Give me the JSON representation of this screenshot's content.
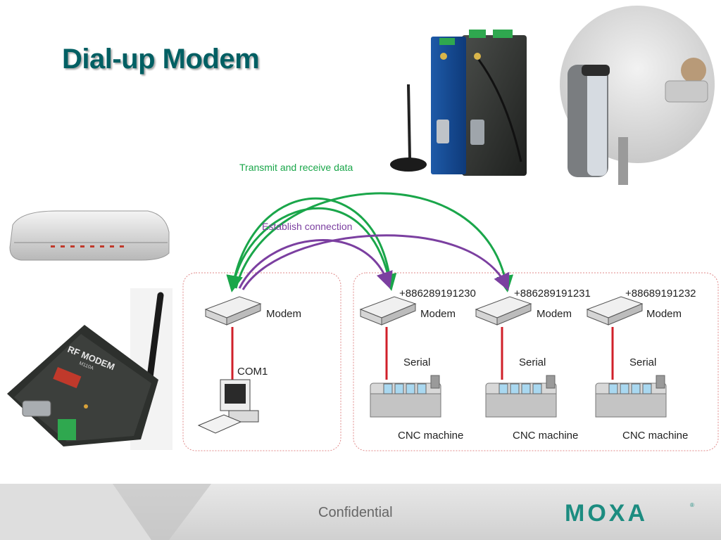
{
  "slide": {
    "title": "Dial-up Modem",
    "footer_text": "Confidential",
    "logo_text": "MOXA"
  },
  "diagram": {
    "transmit_label": "Transmit and receive data",
    "establish_label": "Establish  connection",
    "left_group": {
      "modem_label": "Modem",
      "link_label": "COM1"
    },
    "right_group": [
      {
        "phone": "+886289191230",
        "modem_label": "Modem",
        "link_label": "Serial",
        "machine_label": "CNC machine"
      },
      {
        "phone": "+886289191231",
        "modem_label": "Modem",
        "link_label": "Serial",
        "machine_label": "CNC machine"
      },
      {
        "phone": "+88689191232",
        "modem_label": "Modem",
        "link_label": "Serial",
        "machine_label": "CNC machine"
      }
    ]
  },
  "colors": {
    "title": "#005f63",
    "transmit": "#1aa64a",
    "establish": "#7b3fa0",
    "link": "#d0202a",
    "group_border": "#e08a8a",
    "logo": "#1c8c80"
  }
}
